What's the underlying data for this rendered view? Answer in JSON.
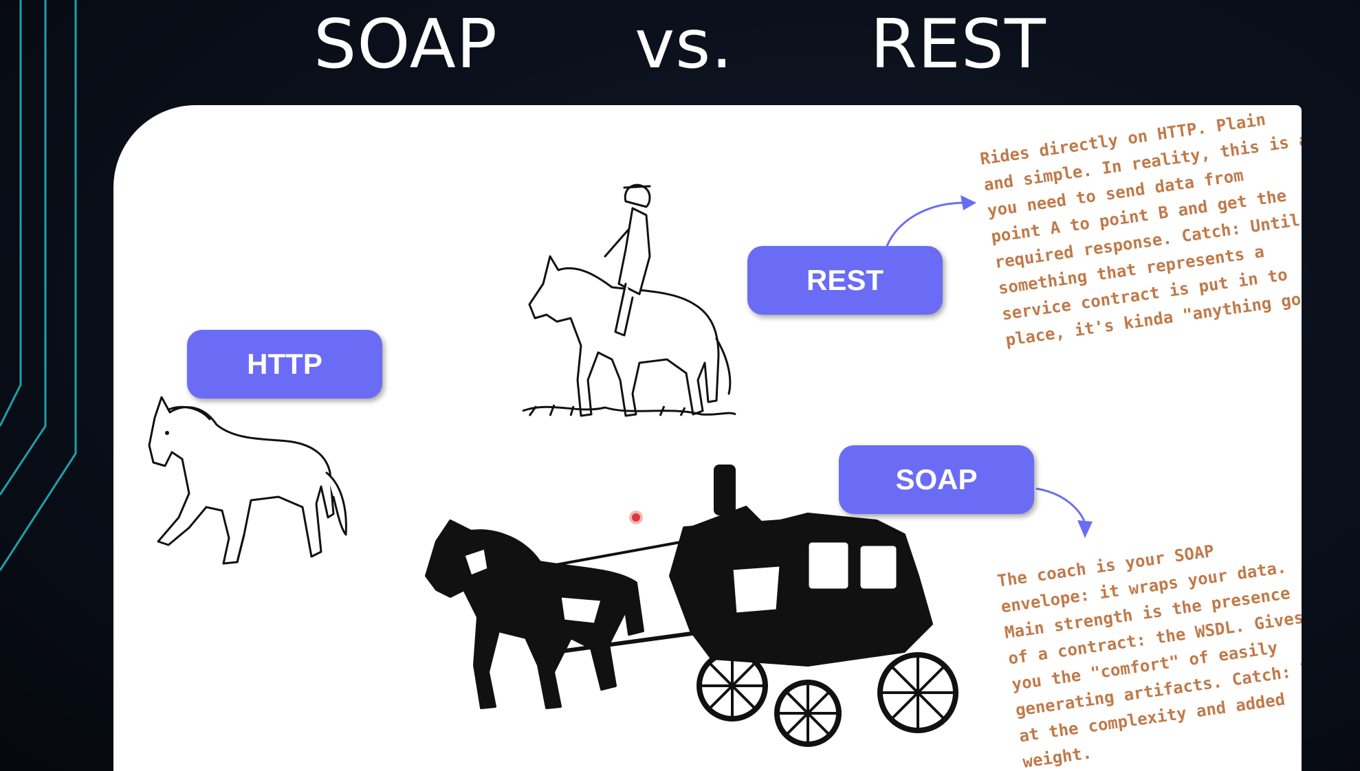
{
  "title": "SOAP   vs.   REST",
  "labels": {
    "http": "HTTP",
    "rest": "REST",
    "soap": "SOAP"
  },
  "rest_note": [
    "Rides directly on HTTP. Plain",
    "and simple. In reality, this is all",
    "you need to send data from",
    "point A to point B and get the",
    "required response. Catch: Until",
    "something that represents a",
    "service contract is put in to",
    "place, it's kinda \"anything goes\"."
  ],
  "soap_note": [
    "The coach is your SOAP",
    "envelope: it wraps your data.",
    "Main strength is the presence",
    "of a contract: the WSDL. Gives",
    "you the \"comfort\" of easily",
    "generating artifacts. Catch: look",
    "at the complexity and added",
    "weight."
  ],
  "colors": {
    "pill": "#6b6cf5",
    "note_text": "#c07a4a",
    "arrow": "#6b6cf5",
    "deco_lines": "#1fa0a8",
    "background": "#0a0f1a"
  },
  "icons": [
    "horse-icon",
    "rider-on-horse-icon",
    "stagecoach-icon",
    "pointer-dot-icon"
  ]
}
